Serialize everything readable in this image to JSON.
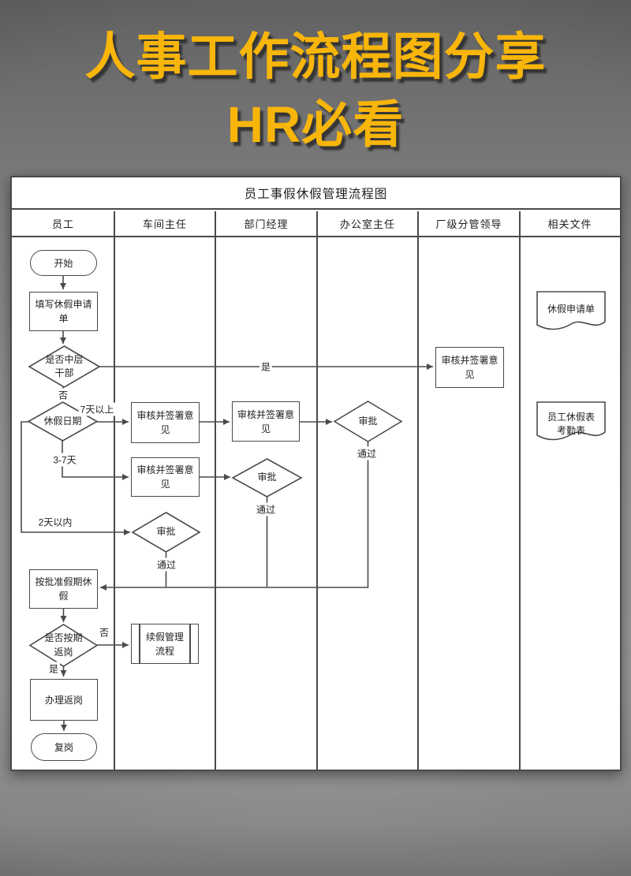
{
  "poster": {
    "title_line1": "人事工作流程图分享",
    "title_line2": "HR必看",
    "title_color": "#F8B50A",
    "background_color": "#8e8e8e"
  },
  "chart": {
    "title": "员工事假休假管理流程图",
    "columns": [
      "员工",
      "车间主任",
      "部门经理",
      "办公室主任",
      "厂级分管领导",
      "相关文件"
    ],
    "nodes": {
      "start": "开始",
      "fill_form": "填写休假申请单",
      "is_middle_cadre": "是否中层干部",
      "leave_date": "休假日期",
      "review_sign_workshop_1": "审核并签署意见",
      "review_sign_workshop_2": "审核并签署意见",
      "review_sign_dept": "审核并签署意见",
      "review_sign_factory": "审核并签署意见",
      "approve_workshop": "审批",
      "approve_dept": "审批",
      "approve_office": "审批",
      "take_leave": "按批准假期休假",
      "return_on_schedule": "是否按期返岗",
      "extension_process": "续假管理流程",
      "handle_return": "办理返岗",
      "resume_work": "复岗",
      "doc_application": "休假申请单",
      "doc_records": "员工休假表\n考勤表"
    },
    "edge_labels": {
      "yes_middle": "是",
      "no_middle": "否",
      "over_7_days": "7天以上",
      "days_3_to_7": "3-7天",
      "within_2_days": "2天以内",
      "pass_workshop": "通过",
      "pass_dept": "通过",
      "pass_office": "通过",
      "no_return": "否",
      "yes_return": "是"
    },
    "colors": {
      "line": "#4a4a4a",
      "panel_bg": "#ffffff",
      "text": "#222222"
    }
  }
}
